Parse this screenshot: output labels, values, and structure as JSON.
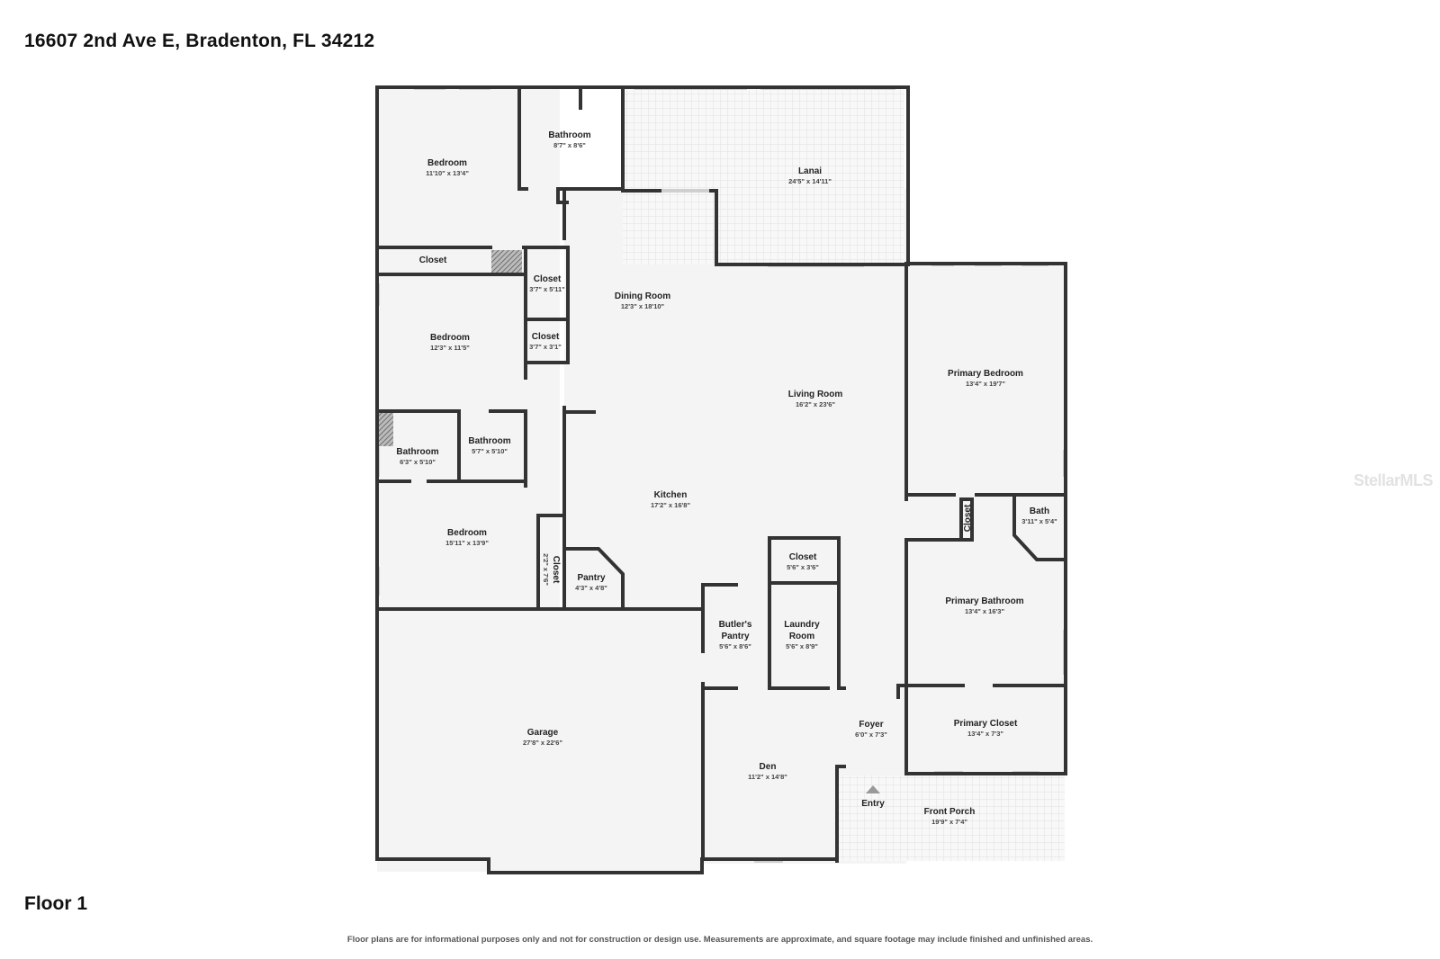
{
  "header": {
    "address": "16607 2nd Ave E, Bradenton, FL 34212"
  },
  "footer": {
    "floor": "Floor 1",
    "disclaimer": "Floor plans are for informational purposes only and not for construction or design use. Measurements are approximate, and square footage may include finished and unfinished areas."
  },
  "watermark": "StellarMLS",
  "colors": {
    "wall": "#333333",
    "floor": "#f4f4f4",
    "outdoor": "#f7f7f7",
    "pattern": "#e3e3e3",
    "window": "#cfcfcf",
    "text": "#222222"
  },
  "entry_icon": "triangle-up-icon",
  "rooms": {
    "bedroom1": {
      "name": "Bedroom",
      "dim": "11'10\" x 13'4\""
    },
    "bathroom_top": {
      "name": "Bathroom",
      "dim": "8'7\" x 8'6\""
    },
    "lanai": {
      "name": "Lanai",
      "dim": "24'5\" x 14'11\""
    },
    "closet_hall": {
      "name": "Closet",
      "dim": ""
    },
    "closet_a": {
      "name": "Closet",
      "dim": "3'7\" x 5'11\""
    },
    "dining": {
      "name": "Dining Room",
      "dim": "12'3\" x 18'10\""
    },
    "closet_b": {
      "name": "Closet",
      "dim": "3'7\" x 3'1\""
    },
    "bedroom2": {
      "name": "Bedroom",
      "dim": "12'3\" x 11'5\""
    },
    "primary_bedroom": {
      "name": "Primary Bedroom",
      "dim": "13'4\" x 19'7\""
    },
    "living": {
      "name": "Living Room",
      "dim": "16'2\" x 23'6\""
    },
    "bathroom_a": {
      "name": "Bathroom",
      "dim": "6'3\" x 5'10\""
    },
    "bathroom_b": {
      "name": "Bathroom",
      "dim": "5'7\" x 5'10\""
    },
    "kitchen": {
      "name": "Kitchen",
      "dim": "17'2\" x 16'8\""
    },
    "bath_small": {
      "name": "Bath",
      "dim": "3'11\" x 5'4\""
    },
    "closet_vert_right": {
      "name": "Closet",
      "dim": ""
    },
    "bedroom3": {
      "name": "Bedroom",
      "dim": "15'11\" x 13'9\""
    },
    "closet_vert_left": {
      "name": "Closet",
      "dim": "2'2\" x 7'6\""
    },
    "closet_c": {
      "name": "Closet",
      "dim": "5'6\" x 3'6\""
    },
    "pantry": {
      "name": "Pantry",
      "dim": "4'3\" x 4'8\""
    },
    "primary_bathroom": {
      "name": "Primary Bathroom",
      "dim": "13'4\" x 16'3\""
    },
    "butlers_pantry": {
      "name1": "Butler's",
      "name2": "Pantry",
      "dim": "5'6\" x 8'6\""
    },
    "laundry": {
      "name1": "Laundry",
      "name2": "Room",
      "dim": "5'6\" x 8'9\""
    },
    "garage": {
      "name": "Garage",
      "dim": "27'8\" x 22'6\""
    },
    "foyer": {
      "name": "Foyer",
      "dim": "6'0\" x 7'3\""
    },
    "primary_closet": {
      "name": "Primary Closet",
      "dim": "13'4\" x 7'3\""
    },
    "den": {
      "name": "Den",
      "dim": "11'2\" x 14'8\""
    },
    "entry": {
      "name": "Entry"
    },
    "front_porch": {
      "name": "Front Porch",
      "dim": "19'9\" x 7'4\""
    }
  }
}
